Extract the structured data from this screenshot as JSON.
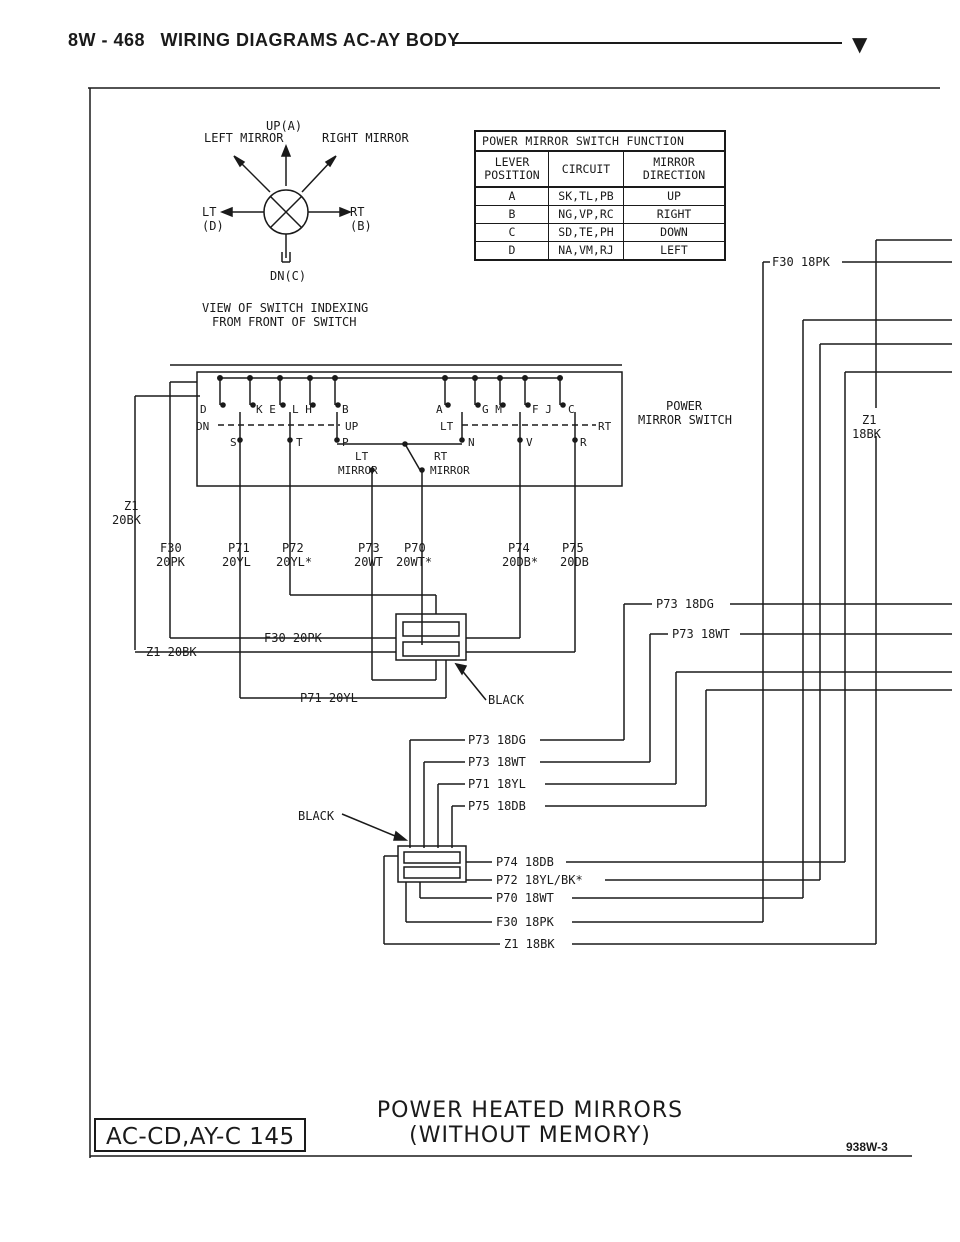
{
  "header": {
    "page": "8W - 468",
    "title": "WIRING DIAGRAMS AC-AY BODY",
    "marker": "▼"
  },
  "indexing": {
    "left_mirror": "LEFT MIRROR",
    "right_mirror": "RIGHT MIRROR",
    "up": "UP(A)",
    "lt": "LT",
    "lt_d": "(D)",
    "rt": "RT",
    "rt_b": "(B)",
    "dn": "DN(C)",
    "caption1": "VIEW OF SWITCH INDEXING",
    "caption2": "FROM FRONT OF SWITCH"
  },
  "table": {
    "title": "POWER MIRROR SWITCH FUNCTION",
    "headers": [
      "LEVER POSITION",
      "CIRCUIT",
      "MIRROR DIRECTION"
    ],
    "rows": [
      [
        "A",
        "SK,TL,PB",
        "UP"
      ],
      [
        "B",
        "NG,VP,RC",
        "RIGHT"
      ],
      [
        "C",
        "SD,TE,PH",
        "DOWN"
      ],
      [
        "D",
        "NA,VM,RJ",
        "LEFT"
      ]
    ]
  },
  "switch": {
    "label1": "POWER",
    "label2": "MIRROR SWITCH",
    "contacts_left_top": [
      "D",
      "K E",
      "L H",
      "B"
    ],
    "contacts_right_top": [
      "A",
      "G M",
      "F J",
      "C"
    ],
    "bottom_left": [
      "S",
      "T",
      "P"
    ],
    "bottom_right": [
      "N",
      "V",
      "R"
    ],
    "dn": "DN",
    "up": "UP",
    "lt": "LT",
    "rt": "RT",
    "lt_mirror1": "LT",
    "lt_mirror2": "MIRROR",
    "rt_mirror1": "RT",
    "rt_mirror2": "MIRROR"
  },
  "wires_upper": [
    {
      "circuit": "F30",
      "gauge": "20PK"
    },
    {
      "circuit": "P71",
      "gauge": "20YL"
    },
    {
      "circuit": "P72",
      "gauge": "20YL*"
    },
    {
      "circuit": "P73",
      "gauge": "20WT"
    },
    {
      "circuit": "P70",
      "gauge": "20WT*"
    },
    {
      "circuit": "P74",
      "gauge": "20DB*"
    },
    {
      "circuit": "P75",
      "gauge": "20DB"
    }
  ],
  "z1_left": {
    "circuit": "Z1",
    "gauge": "20BK"
  },
  "connector1": {
    "f30": "F30 20PK",
    "z1": "Z1 20BK",
    "p71": "P71 20YL",
    "color": "BLACK"
  },
  "connector2": {
    "color": "BLACK",
    "top_wires": [
      "P73 18DG",
      "P73 18WT",
      "P71 18YL",
      "P75 18DB"
    ],
    "side_wires": [
      "P74 18DB",
      "P72 18YL/BK*",
      "P70 18WT",
      "F30 18PK",
      "Z1 18BK"
    ]
  },
  "right_bus": {
    "f30": "F30 18PK",
    "z1": "Z1",
    "z1_gauge": "18BK",
    "p73dg": "P73 18DG",
    "p73wt": "P73 18WT"
  },
  "footer": {
    "box": "AC-CD,AY-C 145",
    "title1": "POWER HEATED MIRRORS",
    "title2": "(WITHOUT MEMORY)",
    "code": "938W-3"
  }
}
